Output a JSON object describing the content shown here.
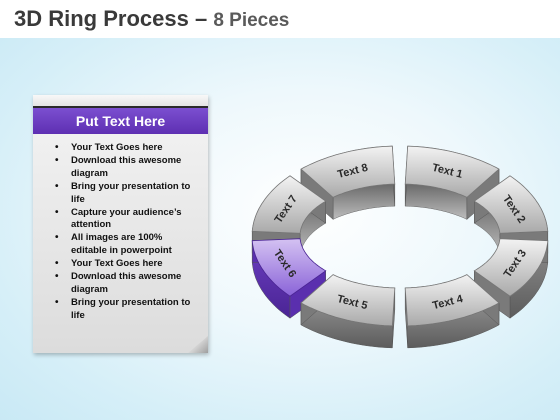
{
  "title": {
    "main": "3D Ring Process –",
    "sub": "8 Pieces"
  },
  "note": {
    "header": "Put Text Here",
    "items": [
      "Your Text Goes here",
      "Download this awesome diagram",
      "Bring your presentation to life",
      "Capture your audience’s attention",
      "All images are 100% editable in powerpoint",
      "Your Text Goes here",
      "Download this awesome diagram",
      "Bring your presentation to life"
    ]
  },
  "ring": {
    "segments": [
      {
        "label": "Text 1",
        "highlighted": false
      },
      {
        "label": "Text 2",
        "highlighted": false
      },
      {
        "label": "Text 3",
        "highlighted": false
      },
      {
        "label": "Text 4",
        "highlighted": false
      },
      {
        "label": "Text 5",
        "highlighted": false
      },
      {
        "label": "Text 6",
        "highlighted": true
      },
      {
        "label": "Text 7",
        "highlighted": false
      },
      {
        "label": "Text 8",
        "highlighted": false
      }
    ],
    "colors": {
      "highlight": "#6a3fc4",
      "segment": "#9a9a9a"
    }
  }
}
